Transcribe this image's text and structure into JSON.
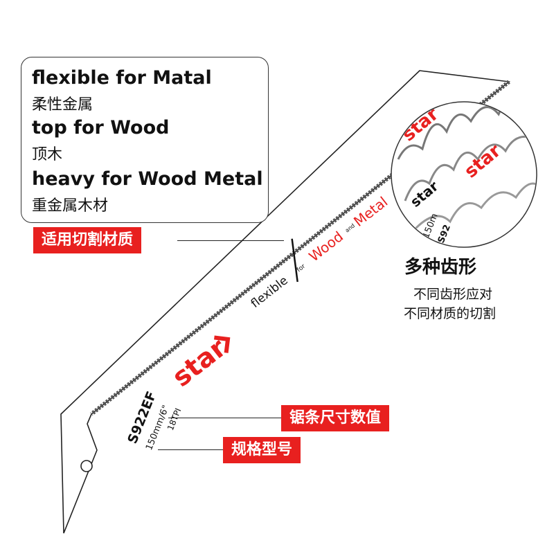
{
  "features": [
    {
      "en": "flexible for Matal",
      "zh": "柔性金属"
    },
    {
      "en": "top for Wood",
      "zh": "顶木"
    },
    {
      "en": "heavy for Wood Metal",
      "zh": "重金属木材"
    }
  ],
  "tags": {
    "material": "适用切割材质",
    "size": "锯条尺寸数值",
    "model": "规格型号"
  },
  "zoom": {
    "title": "多种齿形",
    "line1": "不同齿形应对",
    "line2": "不同材质的切割"
  },
  "blade": {
    "brand": "star",
    "print_flexible": "flexible",
    "print_for": "for",
    "print_wood": "Wood",
    "print_and": "and",
    "print_metal": "Metal",
    "model": "S922EF",
    "size": "150mm/6\"",
    "tpi": "18TPI"
  },
  "zoom_print": {
    "brand": "star",
    "size": "150m",
    "model": "S92"
  },
  "colors": {
    "accent_red": "#e8201f",
    "outline": "#333333"
  }
}
